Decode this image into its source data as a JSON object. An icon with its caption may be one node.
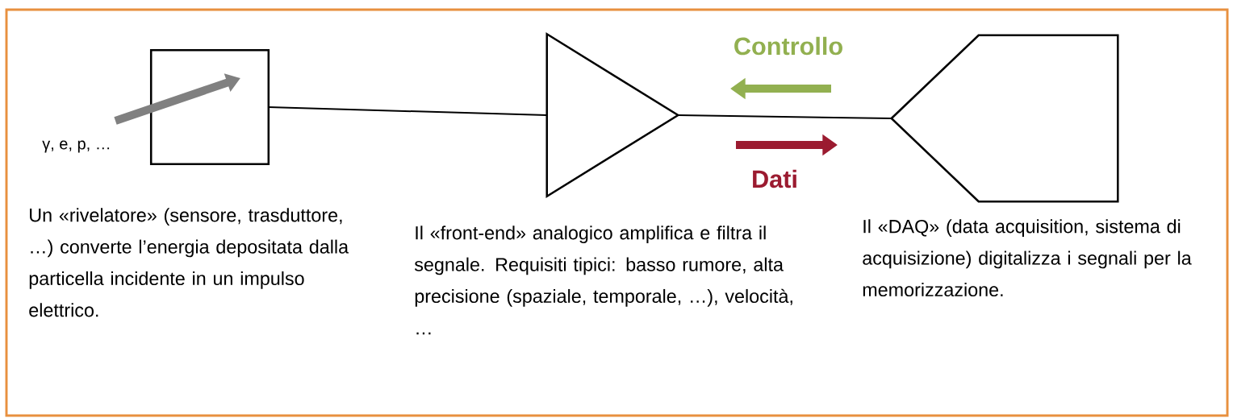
{
  "diagram": {
    "nodes": [
      {
        "text": [],
        "shape": "box",
        "beside": [
          "Un «rivelatore» (sensore, trasduttore, …) converte l’energia depositata dalla particella incidente in un impulso elettrico."
        ]
      },
      {
        "text": [],
        "shape": "triangle",
        "beside": [
          "Il «front-end» analogico amplifica e filtra il segnale. Requisiti tipici: basso rumore, alta precisione (spaziale, temporale, …), velocità, …"
        ]
      },
      {
        "text": [],
        "shape": "hexagon",
        "beside": [
          "Il «DAQ» (data acquisition, sistema di acquisizione) digitalizza i segnali per la memorizzazione."
        ]
      }
    ],
    "edges": [
      {
        "from": null,
        "to": 0,
        "arrow": "to",
        "style": "thick",
        "color": "#808080"
      },
      {
        "from": 0,
        "to": 1,
        "arrow": "none"
      },
      {
        "from": 1,
        "to": 2,
        "arrow": "none"
      }
    ],
    "labels": [
      "Controllo",
      "γ, e, p, …",
      "Dati"
    ]
  }
}
